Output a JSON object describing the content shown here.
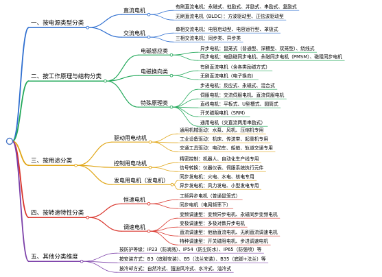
{
  "mindmap": {
    "colors": {
      "branch1": "#2f6fd0",
      "branch2": "#22a85a",
      "branch3": "#e0a514",
      "branch4": "#d9342b",
      "branch5": "#7b3fa8",
      "root": "#4a78c8"
    },
    "branches": [
      {
        "label": "一、按电源类型分类",
        "children": [
          {
            "label": "直流电机",
            "leaves": [
              "有刷直流电机：永磁式、他励式、并励式、串励式、复励式",
              "无刷直流电机（BLDC）：方波驱动型、正弦波驱动型"
            ]
          },
          {
            "label": "交流电机",
            "leaves": [
              "单相交流电机：电容启动型、电容运行型、罩极式",
              "三相交流电机：同步类、异步类"
            ]
          }
        ]
      },
      {
        "label": "二、按工作原理与结构分类",
        "children": [
          {
            "label": "电磁感应类",
            "leaves": [
              "异步电机：鼠笼式（普通型、深槽型、双笼型）、绕线式",
              "同步电机：电励磁同步电机、永磁同步电机（PMSM）、磁阻同步电机"
            ]
          },
          {
            "label": "电磁换向类",
            "leaves": [
              "有刷直流电机（含各类励磁方式）",
              "无刷直流电机（电子换向）"
            ]
          },
          {
            "label": "特殊原理类",
            "leaves": [
              "步进电机：反应式、永磁式、混合式",
              "伺服电机：交流伺服电机、直流伺服电机",
              "直线电机：平板式、U型槽式、圆筒式",
              "开关磁阻电机（SRM）",
              "通用电机（交直流两用串励式）"
            ]
          }
        ]
      },
      {
        "label": "三、按用途分类",
        "children": [
          {
            "label": "驱动用电动机",
            "leaves": [
              "通用机械驱动：水泵、风机、压缩机专用",
              "工业设备驱动：机床、传送带、起重机专用",
              "交通工具驱动：电动车、船舶、轨道交通专用"
            ]
          },
          {
            "label": "控制用电动机",
            "leaves": [
              "精密控制：机器人、自动化生产线专用",
              "信号转换：仪器仪表、伺服系统执行元件"
            ]
          },
          {
            "label": "发电用电机（发电机）",
            "leaves": [
              "同步发电机：火电、水电、核电专用",
              "异步发电机：风力发电、小型发电专用"
            ]
          }
        ]
      },
      {
        "label": "四、按转速特性分类",
        "children": [
          {
            "label": "恒速电机",
            "leaves": [
              "工频异步电机（普通鼠笼式）",
              "同步电机（电网频率下）"
            ]
          },
          {
            "label": "调速电机",
            "leaves": [
              "变频调速型：变频异步电机、永磁同步变频电机",
              "变极调速型：多极对数异步电机",
              "直流调速型：他励直流电机、无刷直流调速电机",
              "特种调速型：开关磁阻电机、步进调速电机"
            ]
          }
        ]
      },
      {
        "label": "五、其他分类维度",
        "children": [],
        "leaves": [
          "按防护等级：IP23（防滴溅）、IP54（防尘防水）、IP65（防强喷）等",
          "按安装方式：B3（底脚安装）、B5（法兰安装）、B35（底脚+法兰）等",
          "按冷却方式：自然冷式、强迫风冷式、水冷式、油冷式"
        ]
      }
    ]
  }
}
